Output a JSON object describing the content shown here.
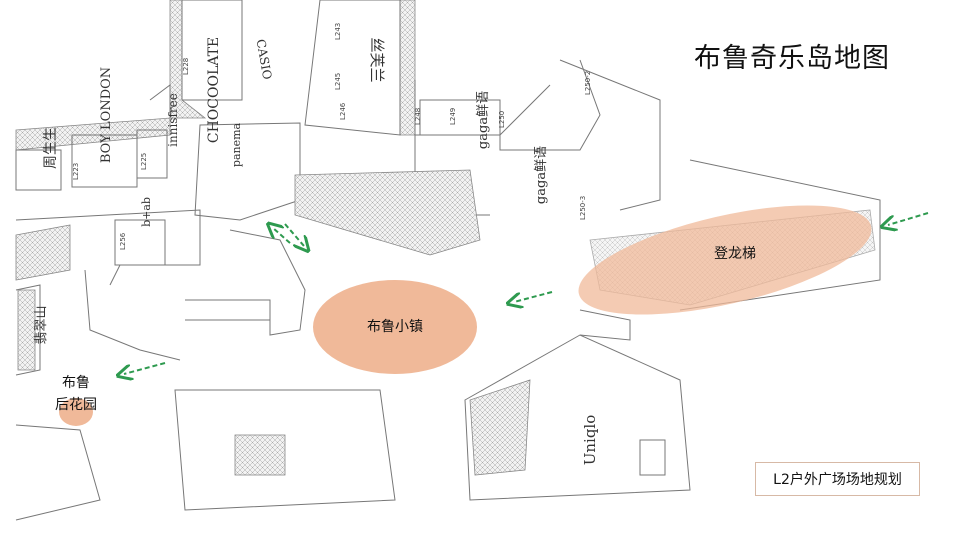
{
  "title": "布鲁奇乐岛地图",
  "legend": "L2户外广场场地规划",
  "zones": [
    {
      "label": "布鲁小镇"
    },
    {
      "label": "登龙梯"
    },
    {
      "label_lines": [
        "布鲁",
        "后花园"
      ]
    }
  ],
  "stores": [
    "CHOCOOLATE",
    "CASIO",
    "丝芙兰",
    "BOY LONDON",
    "innisfree",
    "panema",
    "b+ab",
    "gaga鲜语",
    "gaga鲜语",
    "Uniqlo",
    "周生生",
    "翡翠山"
  ],
  "units": [
    "L228",
    "L243",
    "L245",
    "L246",
    "L248",
    "L249",
    "L250",
    "L223",
    "L225",
    "L256",
    "L250-2",
    "L250-3"
  ],
  "colors": {
    "zone": "#f0b999",
    "arrow": "#2e9a4f",
    "legend_border": "#d7b9a6"
  }
}
